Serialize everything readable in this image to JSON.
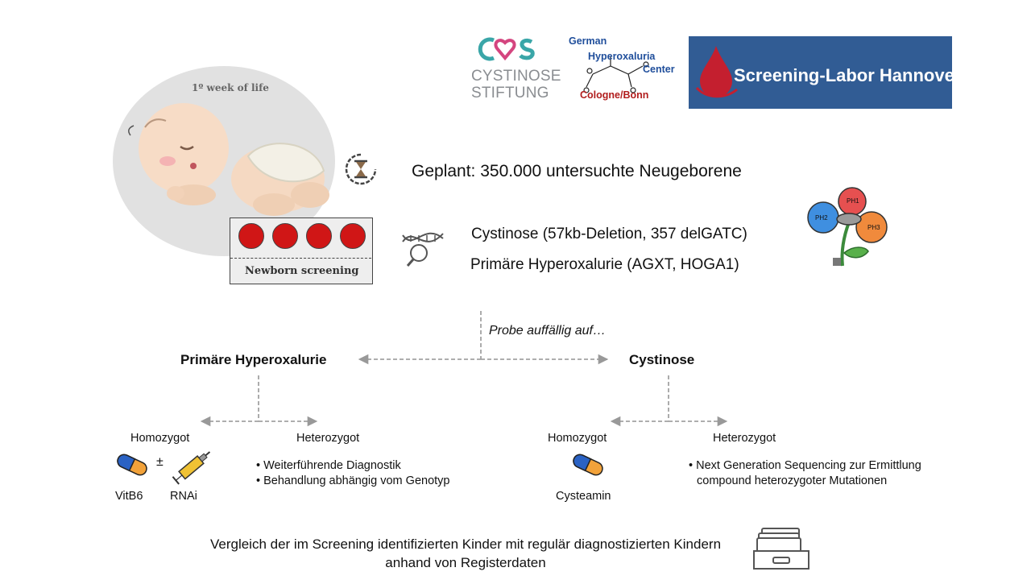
{
  "logos": {
    "cystinose_top": "CYSTINOSE",
    "cystinose_bottom": "STIFTUNG",
    "ghc_german": "German",
    "ghc_hyper": "Hyperoxaluria",
    "ghc_center": "Center",
    "ghc_city": "Cologne/Bonn",
    "screening_lab": "Screening-Labor Hannover"
  },
  "illustration": {
    "week_label": "1º week of life",
    "card_label": "Newborn screening"
  },
  "planned": "Geplant: 350.000 untersuchte Neugeborene",
  "tests": {
    "cystinose": "Cystinose (57kb-Deletion, 357 delGATC)",
    "ph": "Primäre Hyperoxalurie (AGXT, HOGA1)"
  },
  "flower": {
    "p1": "PH1",
    "p2": "PH2",
    "p3": "PH3"
  },
  "probe": "Probe auffällig auf…",
  "ph_branch": {
    "title": "Primäre Hyperoxalurie",
    "homo": "Homozygot",
    "hetero": "Heterozygot",
    "plusminus": "±",
    "vitb6": "VitB6",
    "rnai": "RNAi",
    "bullets": [
      "Weiterführende Diagnostik",
      "Behandlung abhängig vom Genotyp"
    ]
  },
  "cys_branch": {
    "title": "Cystinose",
    "homo": "Homozygot",
    "hetero": "Heterozygot",
    "drug": "Cysteamin",
    "bullet_line1": "Next Generation Sequencing zur Ermittlung",
    "bullet_line2": "compound heterozygoter Mutationen"
  },
  "bottom": {
    "line1": "Vergleich der im Screening identifizierten Kinder mit regulär diagnostizierten Kindern",
    "line2": "anhand von Registerdaten"
  },
  "colors": {
    "shl_blue": "#315c94",
    "ghc_blue": "#1f4e9b",
    "ghc_red": "#b11d1d",
    "dot_red": "#d01616",
    "cys_teal": "#3aa6a8",
    "cys_pink": "#d4457f"
  }
}
